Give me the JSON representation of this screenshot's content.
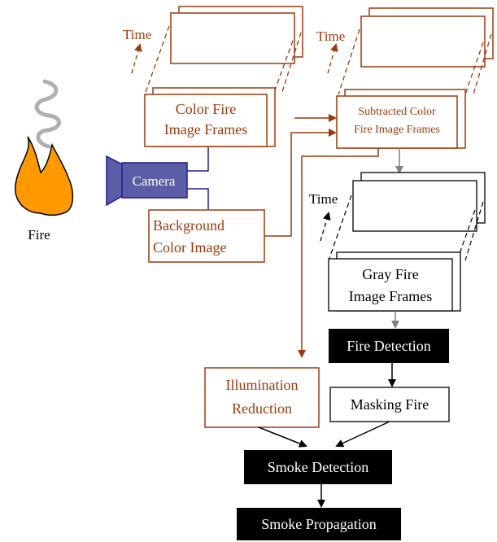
{
  "colors": {
    "brown": "#9A3B0E",
    "gray": "#808080",
    "black": "#000000",
    "camera_fill": "#5B5EA6",
    "fire_fill": "#FF9900",
    "navy": "#1B1F8C"
  },
  "labels": {
    "fire": "Fire",
    "camera": "Camera",
    "time_1": "Time",
    "time_2": "Time",
    "time_3": "Time",
    "color_fire_frames": [
      "Color Fire",
      "Image Frames"
    ],
    "background_image": [
      "Background",
      "Color Image"
    ],
    "subtracted_frames": [
      "Subtracted Color",
      "Fire Image Frames"
    ],
    "gray_frames": [
      "Gray Fire",
      "Image Frames"
    ],
    "fire_detection": "Fire Detection",
    "illumination_reduction": [
      "Illumination",
      "Reduction"
    ],
    "masking_fire": "Masking Fire",
    "smoke_detection": "Smoke Detection",
    "smoke_propagation": "Smoke Propagation"
  }
}
